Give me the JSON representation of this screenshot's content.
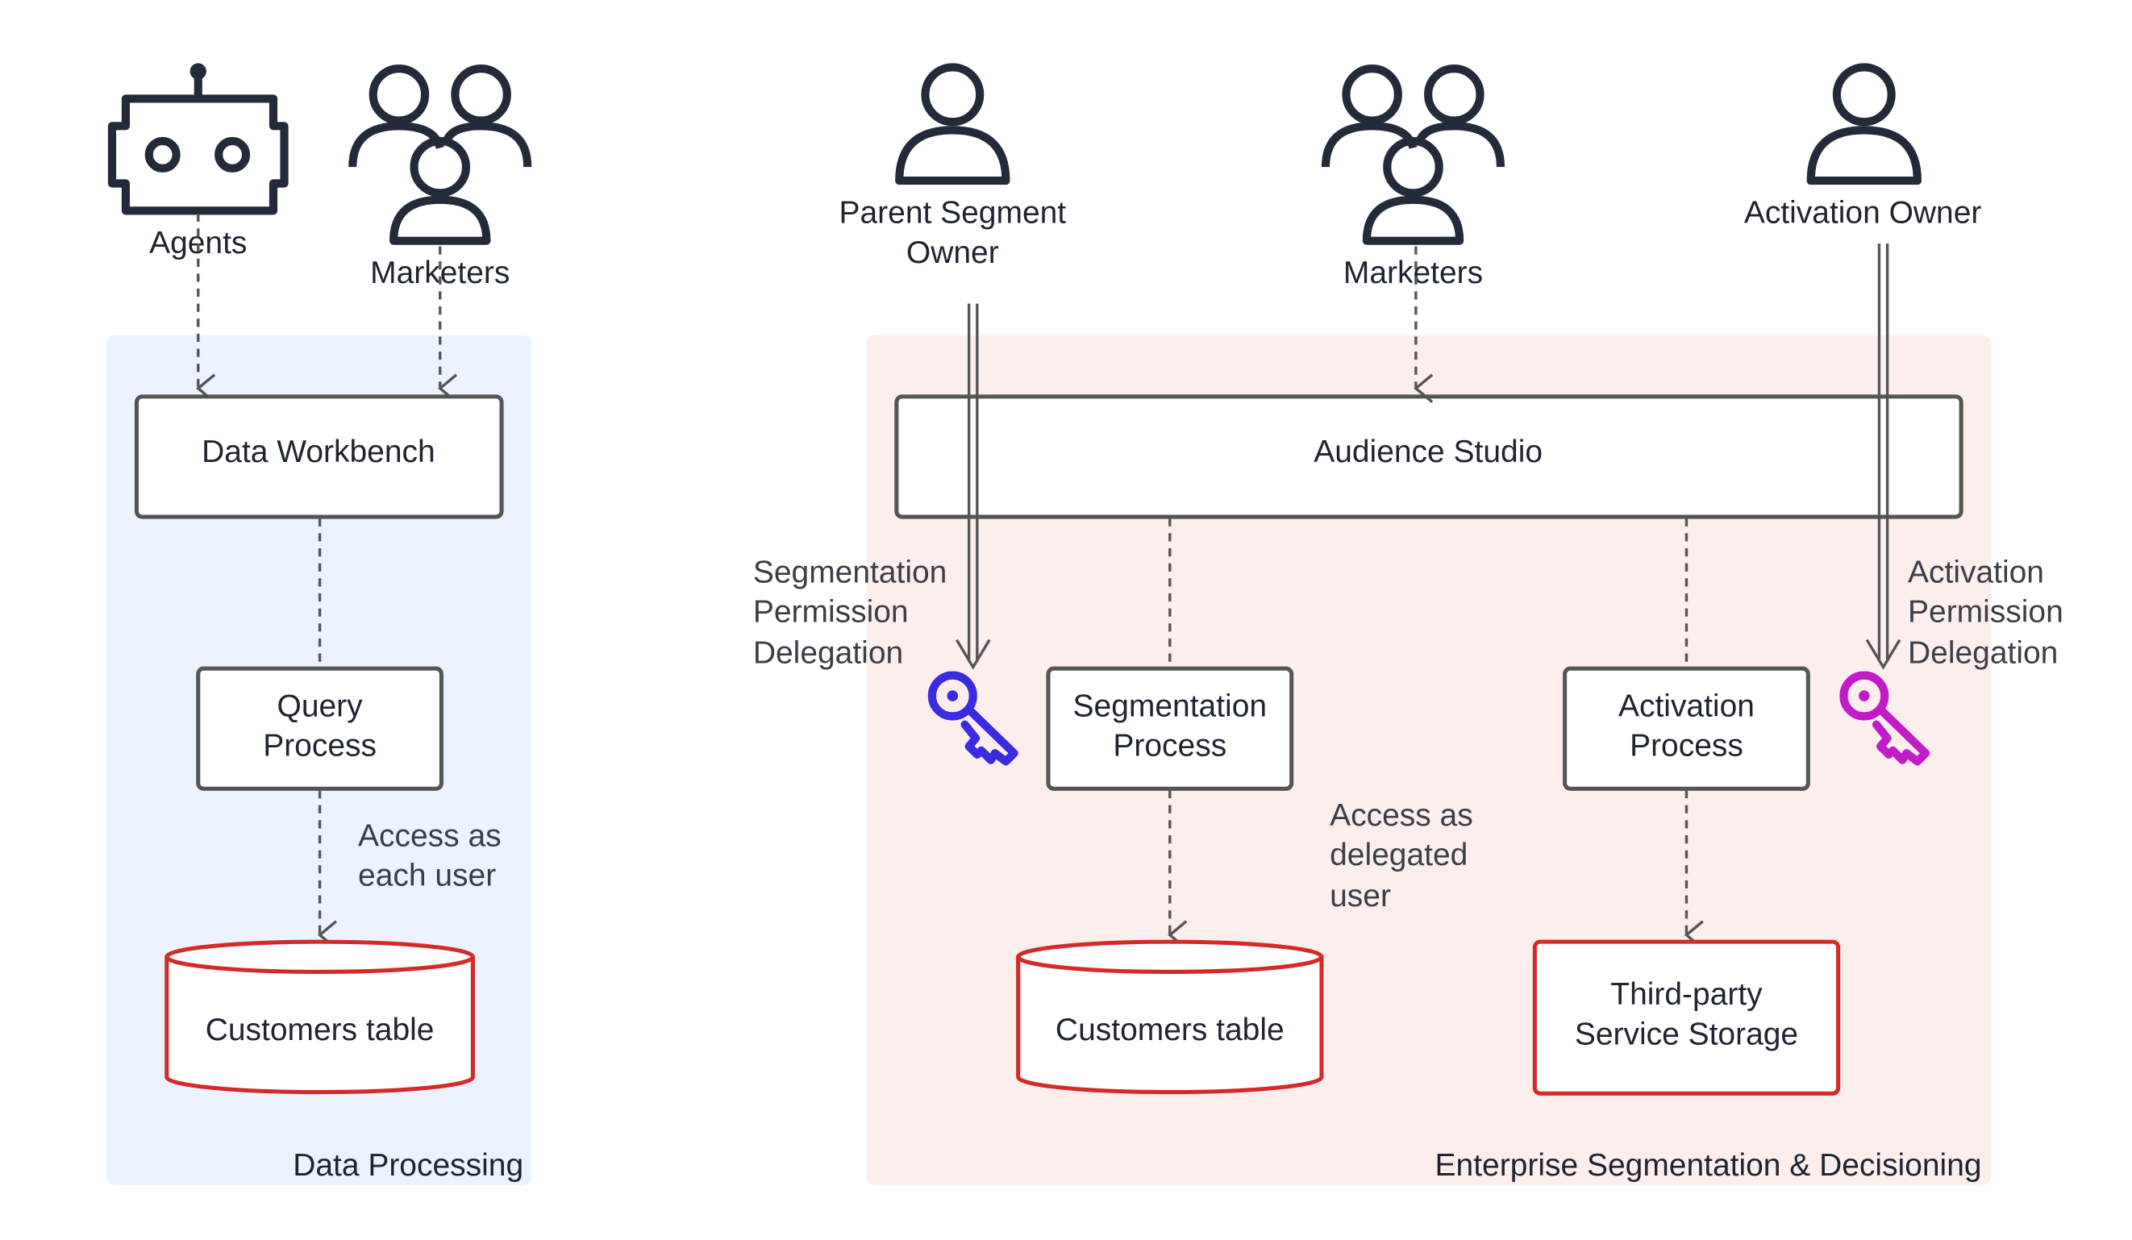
{
  "colors": {
    "data_region_fill": "#ecf3ff",
    "enterprise_region_fill": "#fdeeee",
    "box_stroke": "#555555",
    "storage_stroke": "#d42a2a",
    "actor_stroke": "#232b3a",
    "key_segmentation": "#3b2be0",
    "key_activation": "#c21cc9"
  },
  "regions": {
    "data_processing": {
      "label": "Data Processing"
    },
    "enterprise": {
      "label": "Enterprise Segmentation & Decisioning"
    }
  },
  "actors": {
    "agents": {
      "label": "Agents",
      "icon": "robot-icon"
    },
    "marketers_left": {
      "label": "Marketers",
      "icon": "group-icon"
    },
    "parent_segment_owner": {
      "label_line1": "Parent Segment",
      "label_line2": "Owner",
      "icon": "person-icon"
    },
    "marketers_right": {
      "label": "Marketers",
      "icon": "group-icon"
    },
    "activation_owner": {
      "label": "Activation Owner",
      "icon": "person-icon"
    }
  },
  "nodes": {
    "data_workbench": {
      "label": "Data Workbench"
    },
    "query_process": {
      "label_line1": "Query",
      "label_line2": "Process"
    },
    "customers_table_left": {
      "label": "Customers table"
    },
    "audience_studio": {
      "label": "Audience Studio"
    },
    "segmentation_process": {
      "label_line1": "Segmentation",
      "label_line2": "Process"
    },
    "activation_process": {
      "label_line1": "Activation",
      "label_line2": "Process"
    },
    "customers_table_right": {
      "label": "Customers table"
    },
    "third_party_storage": {
      "label_line1": "Third-party",
      "label_line2": "Service Storage"
    }
  },
  "annotations": {
    "access_each_user": {
      "line1": "Access as",
      "line2": "each user"
    },
    "access_delegated": {
      "line1": "Access as",
      "line2": "delegated",
      "line3": "user"
    },
    "segmentation_delegation": {
      "line1": "Segmentation",
      "line2": "Permission",
      "line3": "Delegation"
    },
    "activation_delegation": {
      "line1": "Activation",
      "line2": "Permission",
      "line3": "Delegation"
    }
  }
}
